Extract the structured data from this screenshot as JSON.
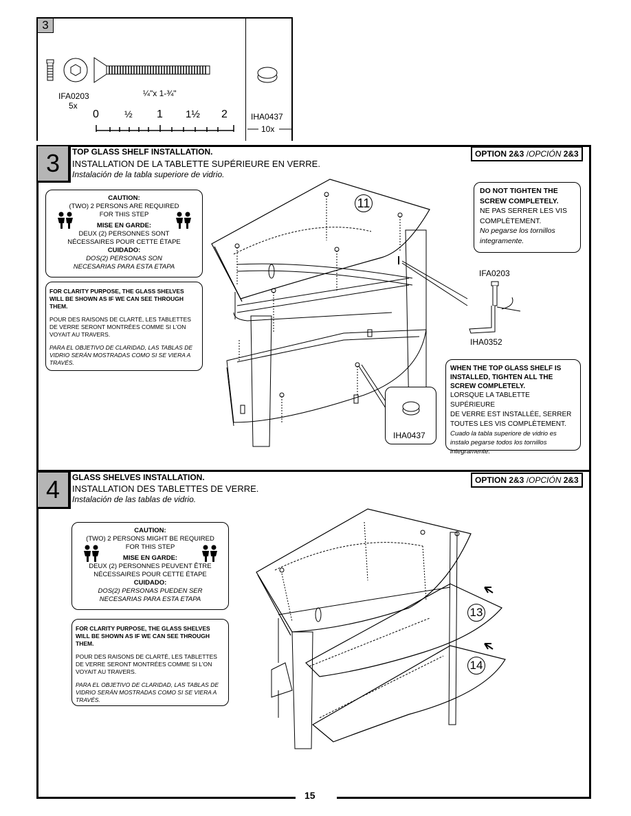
{
  "hardware": {
    "step_number": "3",
    "screw_code": "IFA0203",
    "screw_qty": "5x",
    "screw_size": "¼\"x 1-¾\"",
    "ruler_labels": [
      "0",
      "½",
      "1",
      "1½",
      "2"
    ],
    "pad_code": "IHA0437",
    "pad_qty": "10x"
  },
  "step3": {
    "number": "3",
    "title_en": "TOP GLASS SHELF INSTALLATION.",
    "title_fr": "INSTALLATION DE LA TABLETTE SUPÉRIEURE EN VERRE.",
    "title_es": "Instalación de la tabla superiore de vidrio.",
    "option_bold": "OPTION 2&3",
    "option_italic": "OPCIÓN",
    "option_suffix": "2&3",
    "caution": {
      "h_en": "CAUTION:",
      "en1": "(TWO) 2 PERSONS ARE REQUIRED",
      "en2": "FOR THIS STEP",
      "h_fr": "MISE EN GARDE:",
      "fr1": "DEUX (2) PERSONNES SONT",
      "fr2": "NÉCESSAIRES POUR CETTE ÉTAPE",
      "h_es": "CUIDADO:",
      "es1": "DOS(2) PERSONAS SON",
      "es2": "NECESARIAS PARA ESTA ETAPA"
    },
    "clarity": {
      "en": "FOR CLARITY PURPOSE, THE GLASS SHELVES WILL BE SHOWN AS IF WE CAN SEE THROUGH THEM.",
      "fr": "POUR DES RAISONS DE CLARTÉ, LES TABLETTES DE VERRE SERONT MONTRÉES COMME SI L'ON VOYAIT AU TRAVERS.",
      "es": "PARA EL OBJETIVO DE CLARIDAD, LAS TABLAS DE VIDRIO SERÁN MOSTRADAS COMO SI SE VIERA A TRAVÉS."
    },
    "no_tighten": {
      "en1": "DO NOT TIGHTEN THE",
      "en2": "SCREW COMPLETELY.",
      "fr1": "NE PAS SERRER LES VIS",
      "fr2": "COMPLÈTEMENT.",
      "es1": "No pegarse los tornillos",
      "es2": "integramente."
    },
    "tighten": {
      "en1": "WHEN THE TOP GLASS SHELF IS",
      "en2": "INSTALLED, TIGHTEN ALL THE",
      "en3": "SCREW COMPLETELY.",
      "fr1": "LORSQUE LA TABLETTE SUPÉRIEURE",
      "fr2": "DE VERRE EST INSTALLÉE, SERRER",
      "fr3": "TOUTES LES VIS COMPLÈTEMENT.",
      "es1": "Cuado la tabla superiore de vidrio es",
      "es2": "instalo pegarse todos los tornillos",
      "es3": "integramente."
    },
    "part_number": "11",
    "screw_code": "IFA0203",
    "wrench_code": "IHA0352",
    "pad_code": "IHA0437"
  },
  "step4": {
    "number": "4",
    "title_en": "GLASS SHELVES INSTALLATION.",
    "title_fr": "INSTALLATION DES TABLETTES DE VERRE.",
    "title_es": "Instalación de las tablas de vidrio.",
    "option_bold": "OPTION 2&3",
    "option_italic": "OPCIÓN",
    "option_suffix": "2&3",
    "caution": {
      "h_en": "CAUTION:",
      "en1": "(TWO) 2 PERSONS MIGHT BE REQUIRED",
      "en2": "FOR THIS STEP",
      "h_fr": "MISE EN GARDE:",
      "fr1": "DEUX (2) PERSONNES PEUVENT ÊTRE",
      "fr2": "NÉCESSAIRES POUR CETTE ÉTAPE",
      "h_es": "CUIDADO:",
      "es1": "DOS(2) PERSONAS PUEDEN SER",
      "es2": "NECESARIAS PARA ESTA ETAPA"
    },
    "clarity": {
      "en": "FOR CLARITY PURPOSE, THE GLASS SHELVES WILL BE SHOWN AS IF WE CAN SEE THROUGH THEM.",
      "fr": "POUR DES RAISONS DE CLARTÉ, LES TABLETTES DE VERRE SERONT MONTRÉES COMME SI L'ON VOYAIT AU TRAVERS.",
      "es": "PARA EL OBJETIVO DE CLARIDAD, LAS TABLAS DE VIDRIO SERÁN MOSTRADAS COMO SI SE VIERA A TRAVÉS."
    },
    "part_middle": "13",
    "part_bottom": "14"
  },
  "page_number": "15"
}
